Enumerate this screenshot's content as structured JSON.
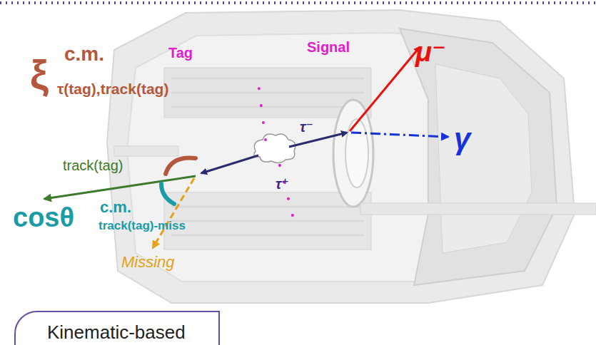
{
  "diagram": {
    "nodes": [
      {
        "text": [
          "Kinematic-based"
        ]
      }
    ],
    "labels": [
      "Tag",
      "Signal",
      "μ⁻",
      "γ",
      "τ⁻",
      "τ⁺",
      "ξ",
      "c.m.",
      "τ(tag),track(tag)",
      "track(tag)",
      "cosθ",
      "c.m.",
      "track(tag)-miss",
      "Missing"
    ]
  }
}
